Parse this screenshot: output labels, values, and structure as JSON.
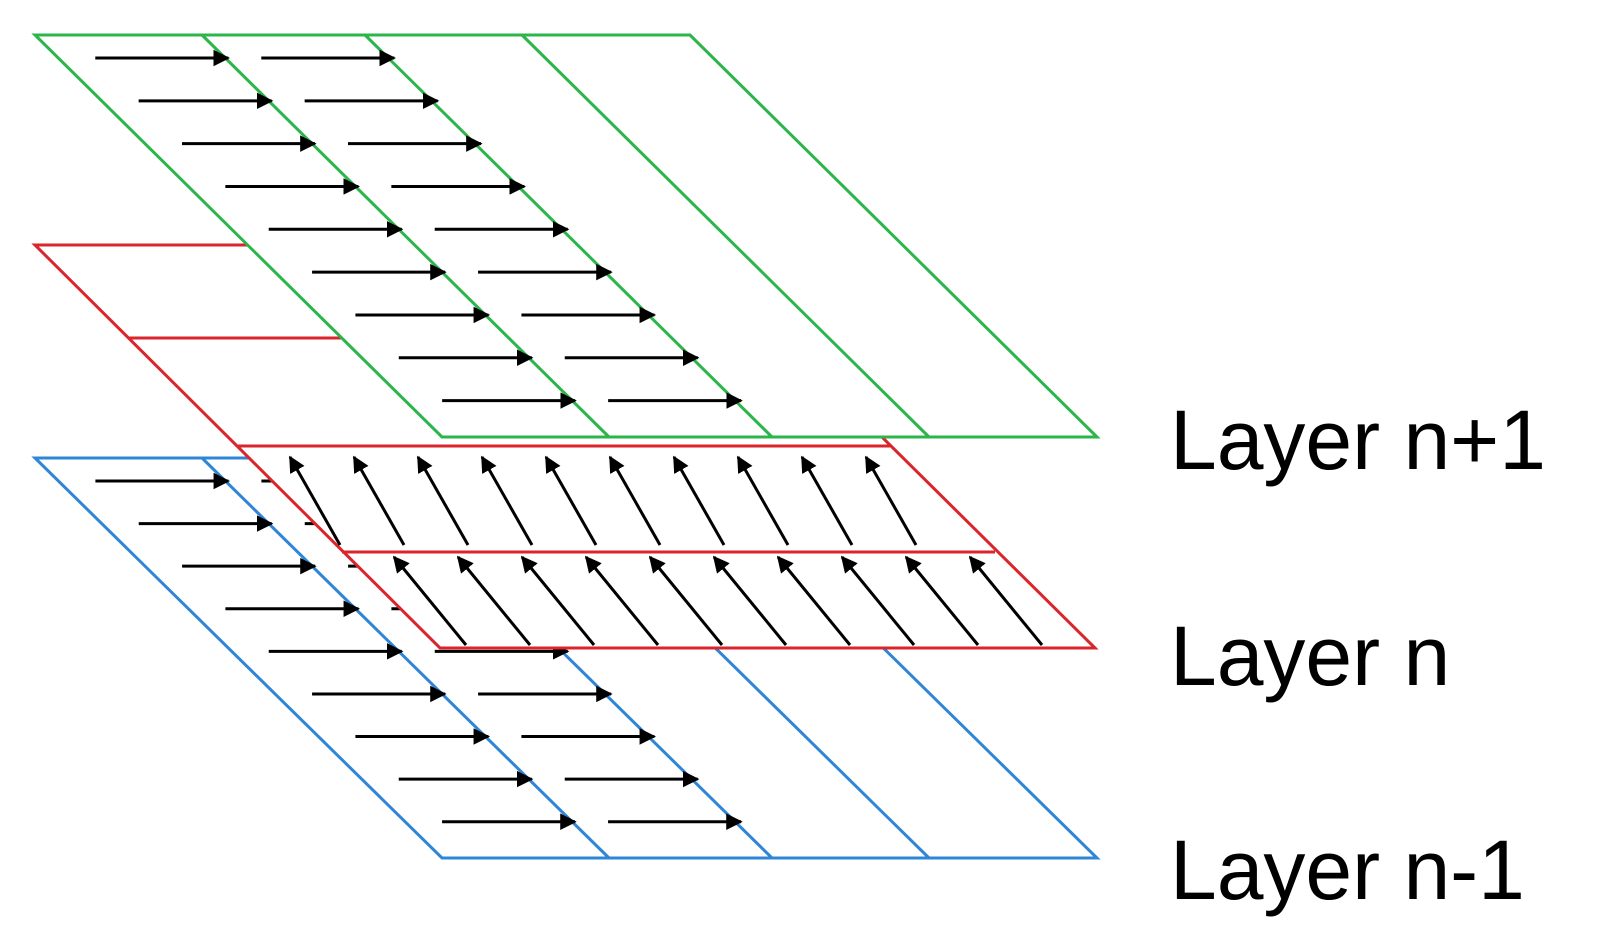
{
  "labels": {
    "top": "Layer n+1",
    "middle": "Layer n",
    "bottom": "Layer n-1"
  },
  "colors": {
    "top_layer": "#2bb54a",
    "middle_layer": "#d9252b",
    "bottom_layer": "#2f86d6",
    "arrow": "#000000"
  },
  "layers": [
    {
      "name": "Layer n+1",
      "rows": 9,
      "arrow_columns": 2,
      "arrow_direction": "right"
    },
    {
      "name": "Layer n",
      "rows": 2,
      "arrow_columns": 10,
      "arrow_direction": "up-left"
    },
    {
      "name": "Layer n-1",
      "rows": 9,
      "arrow_columns": 2,
      "arrow_direction": "right"
    }
  ]
}
